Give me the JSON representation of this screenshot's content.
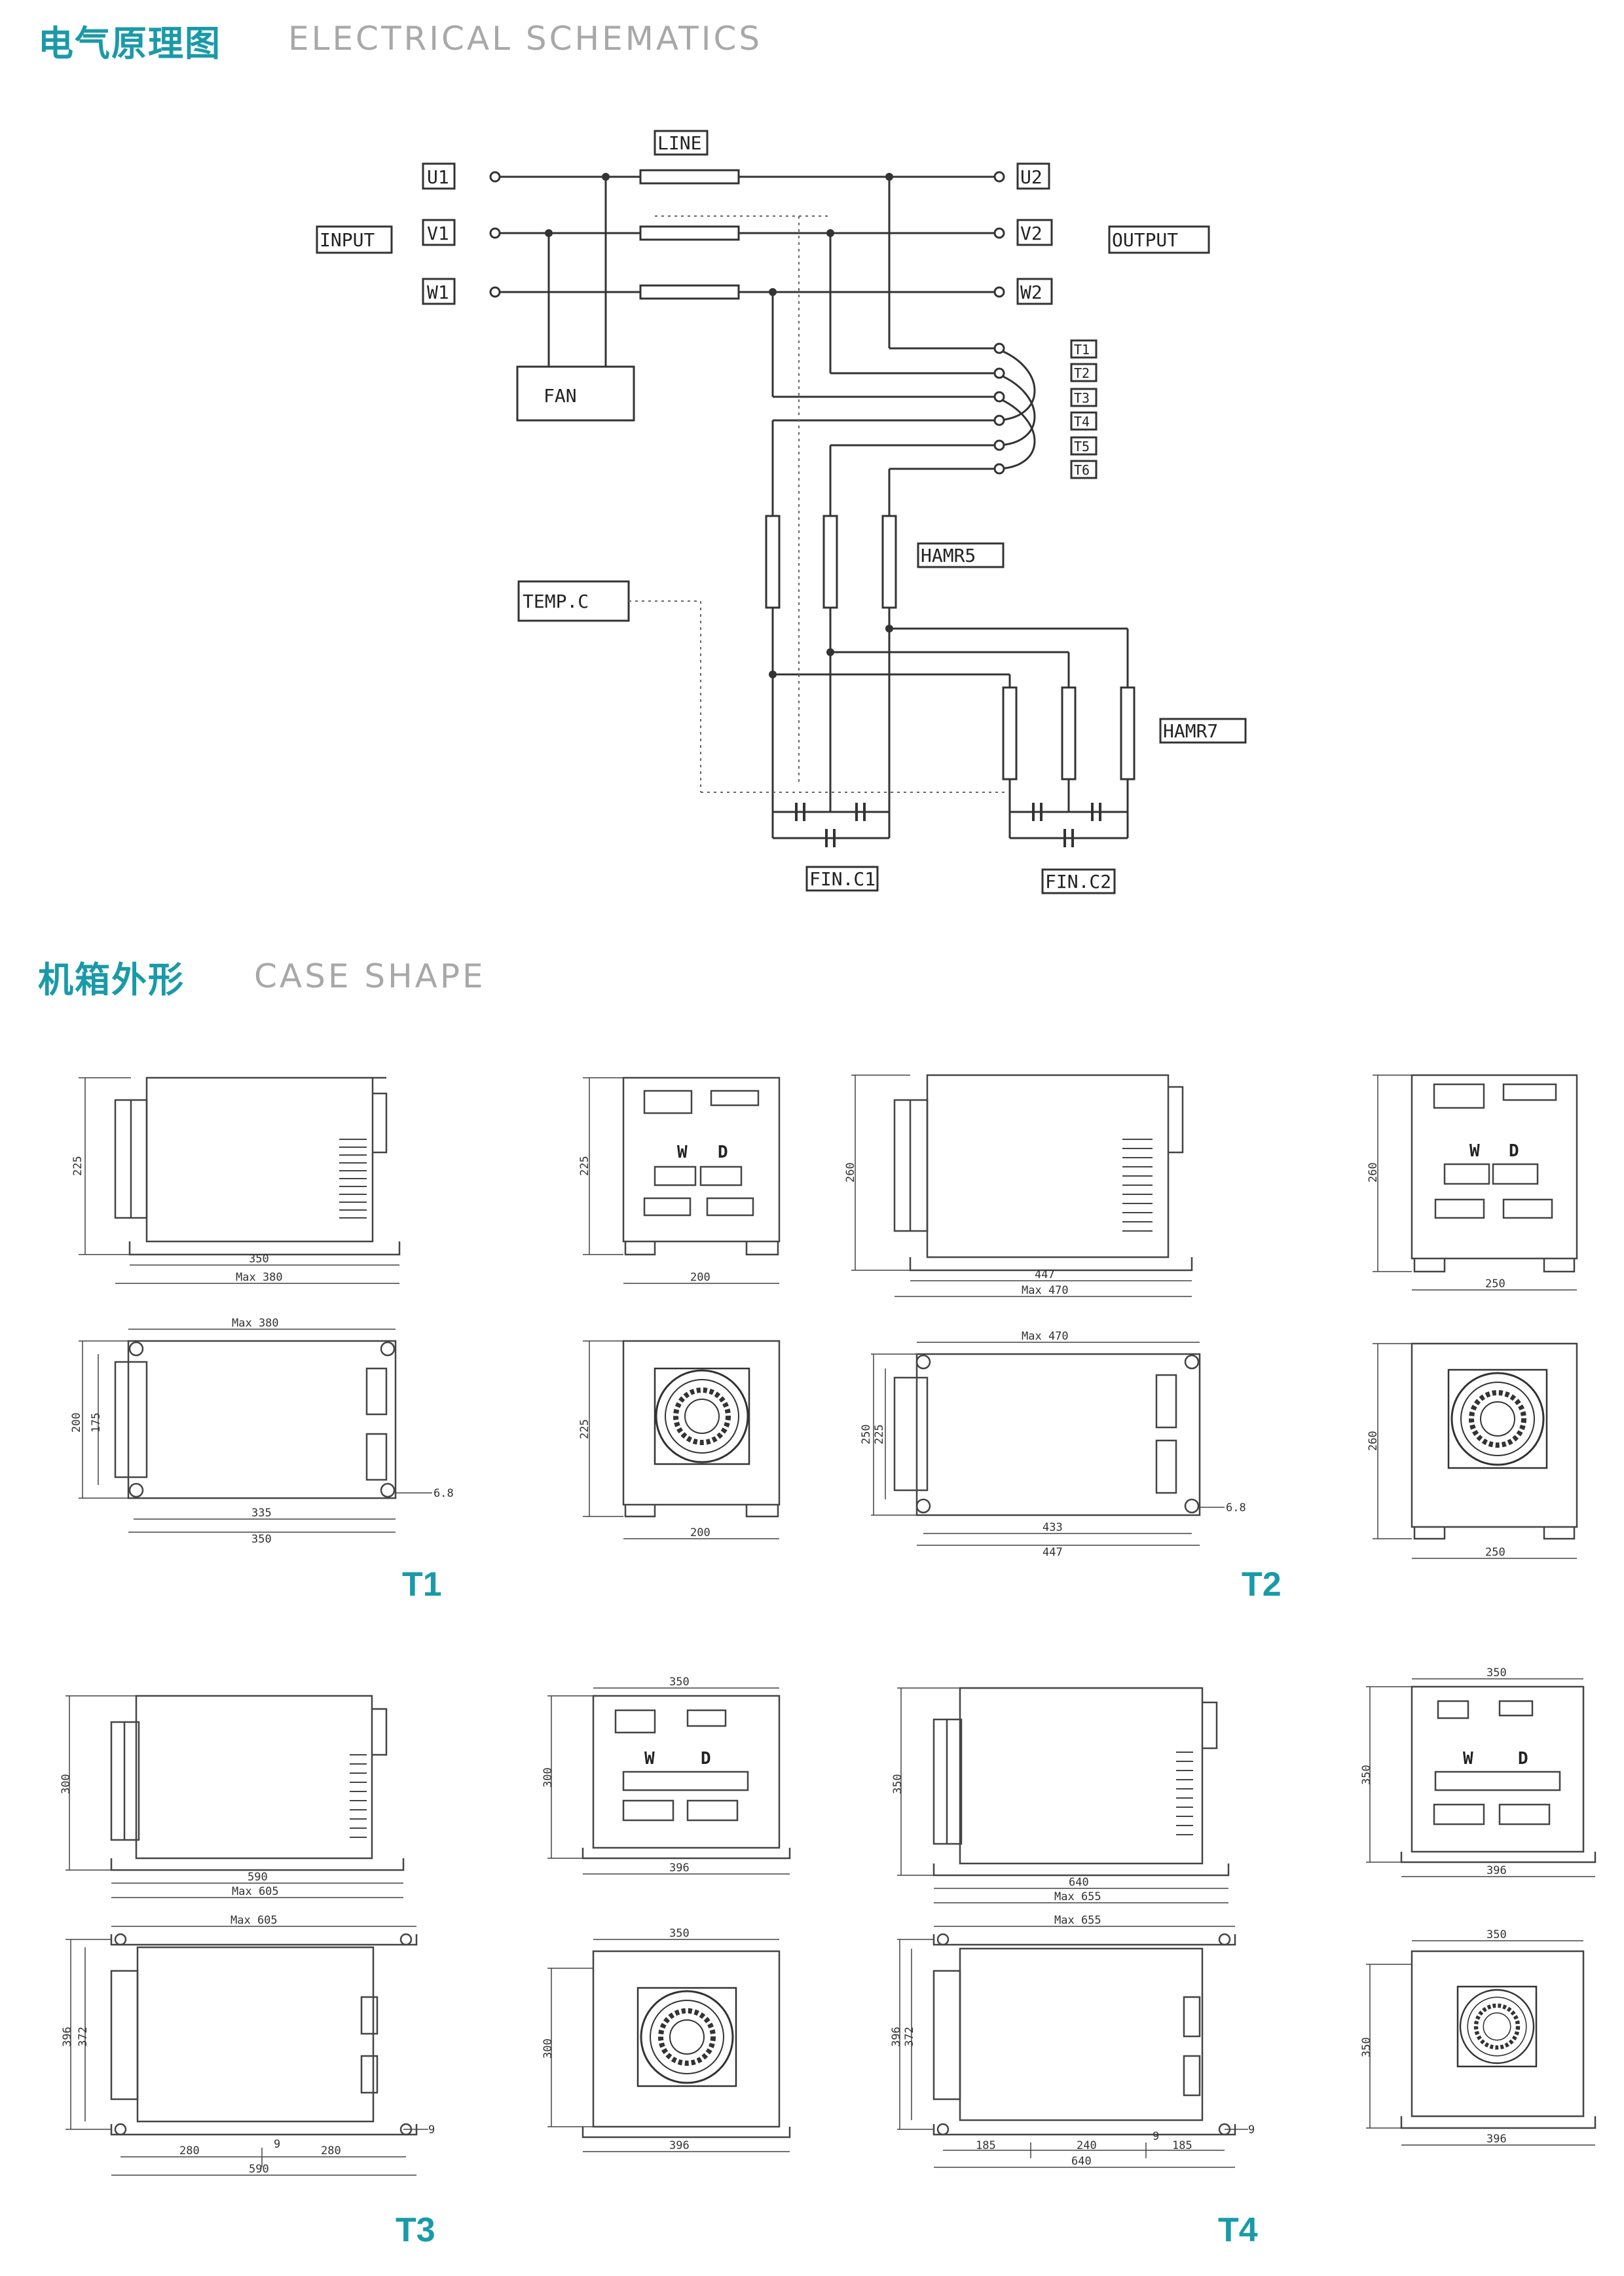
{
  "sections": {
    "schematic": {
      "title_cn": "电气原理图",
      "title_en": "ELECTRICAL SCHEMATICS"
    },
    "case": {
      "title_cn": "机箱外形",
      "title_en": "CASE SHAPE"
    }
  },
  "schematic": {
    "inputs": [
      "U1",
      "V1",
      "W1"
    ],
    "outputs": [
      "U2",
      "V2",
      "W2"
    ],
    "input_label": "INPUT",
    "output_label": "OUTPUT",
    "line_label": "LINE",
    "fan_label": "FAN",
    "terminals": [
      "T1",
      "T2",
      "T3",
      "T4",
      "T5",
      "T6"
    ],
    "hamr5": "HAMR5",
    "hamr7": "HAMR7",
    "temp": "TEMP.C",
    "fin1": "FIN.C1",
    "fin2": "FIN.C2"
  },
  "models": [
    "T1",
    "T2",
    "T3",
    "T4"
  ],
  "dims": {
    "t1": {
      "side_h": "225",
      "side_w1": "350",
      "side_w2": "Max 380",
      "front_h": "225",
      "front_w": "200",
      "top_max": "Max 380",
      "top_h1": "200",
      "top_h2": "175",
      "top_w1": "335",
      "top_w2": "350",
      "hole": "6.8",
      "back_h": "225",
      "back_w": "200"
    },
    "t2": {
      "side_h": "260",
      "side_w1": "447",
      "side_w2": "Max 470",
      "front_h": "260",
      "front_w": "250",
      "top_max": "Max 470",
      "top_h1": "250",
      "top_h2": "225",
      "top_w1": "433",
      "top_w2": "447",
      "hole": "6.8",
      "back_h": "260",
      "back_w": "250"
    },
    "t3": {
      "side_h": "300",
      "side_w1": "590",
      "side_w2": "Max 605",
      "front_top": "350",
      "front_h": "300",
      "front_w": "396",
      "top_max": "Max 605",
      "top_h1": "396",
      "top_h2": "372",
      "top_a": "280",
      "top_b": "280",
      "top_w": "590",
      "gap": "9",
      "hole": "9",
      "back_top": "350",
      "back_h": "300",
      "back_w": "396"
    },
    "t4": {
      "side_h": "350",
      "side_w1": "640",
      "side_w2": "Max 655",
      "front_top": "350",
      "front_h": "350",
      "front_w": "396",
      "top_max": "Max 655",
      "top_h1": "396",
      "top_h2": "372",
      "top_a": "185",
      "top_m": "240",
      "top_b": "185",
      "top_w": "640",
      "gap": "9",
      "hole": "9",
      "back_top": "350",
      "back_h": "350",
      "back_w": "396"
    }
  },
  "panel": {
    "brand_w": "W",
    "brand_d": "D"
  }
}
